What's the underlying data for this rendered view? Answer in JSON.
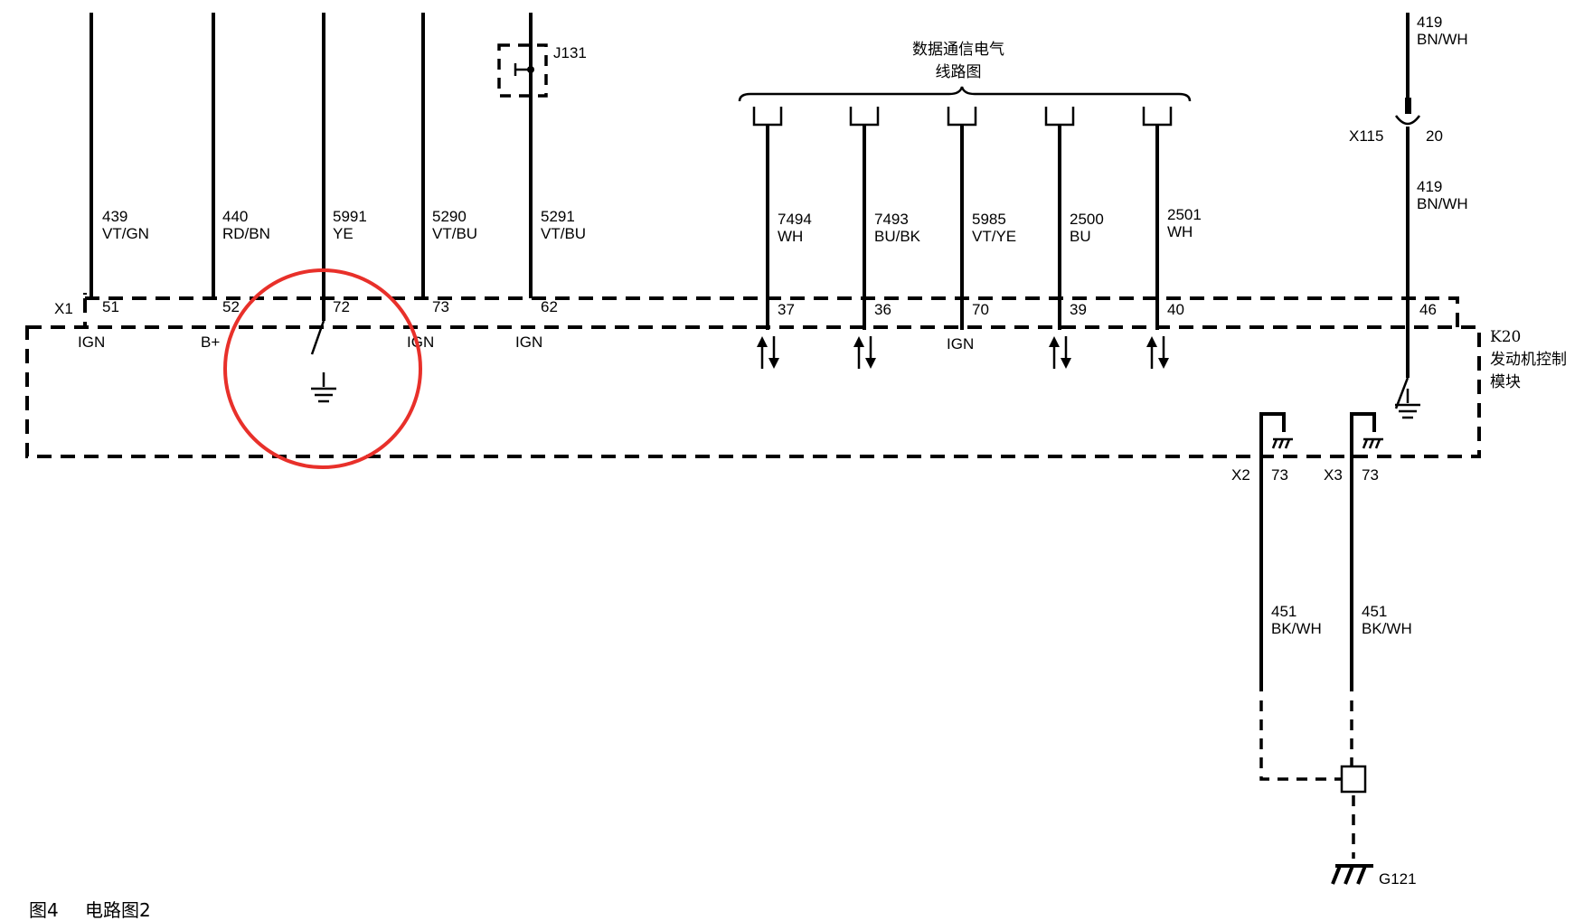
{
  "caption": {
    "figure": "图4",
    "title": "电路图2"
  },
  "module": {
    "id": "K20",
    "name_line1": "发动机控制",
    "name_line2": "模块"
  },
  "connector_x1": "X1",
  "data_bus": {
    "line1": "数据通信电气",
    "line2": "线路图"
  },
  "switch_j131": "J131",
  "inline_connector": {
    "id": "X115",
    "pin": "20"
  },
  "wires": [
    {
      "circuit": "439",
      "color": "VT/GN",
      "pin": "51",
      "func": "IGN"
    },
    {
      "circuit": "440",
      "color": "RD/BN",
      "pin": "52",
      "func": "B+"
    },
    {
      "circuit": "5991",
      "color": "YE",
      "pin": "72",
      "func": ""
    },
    {
      "circuit": "5290",
      "color": "VT/BU",
      "pin": "73",
      "func": "IGN"
    },
    {
      "circuit": "5291",
      "color": "VT/BU",
      "pin": "62",
      "func": "IGN"
    },
    {
      "circuit": "7494",
      "color": "WH",
      "pin": "37",
      "func": ""
    },
    {
      "circuit": "7493",
      "color": "BU/BK",
      "pin": "36",
      "func": ""
    },
    {
      "circuit": "5985",
      "color": "VT/YE",
      "pin": "70",
      "func": "IGN"
    },
    {
      "circuit": "2500",
      "color": "BU",
      "pin": "39",
      "func": ""
    },
    {
      "circuit": "2501",
      "color": "WH",
      "pin": "40",
      "func": ""
    },
    {
      "circuit": "419",
      "color": "BN/WH",
      "pin": "46",
      "func": ""
    }
  ],
  "wire_419_top": {
    "circuit": "419",
    "color": "BN/WH"
  },
  "ground_connectors": [
    {
      "connector": "X2",
      "pin": "73",
      "circuit": "451",
      "color": "BK/WH"
    },
    {
      "connector": "X3",
      "pin": "73",
      "circuit": "451",
      "color": "BK/WH"
    }
  ],
  "ground": "G121",
  "colors": {
    "line": "#000000",
    "highlight": "#e8302a",
    "background": "#ffffff"
  }
}
